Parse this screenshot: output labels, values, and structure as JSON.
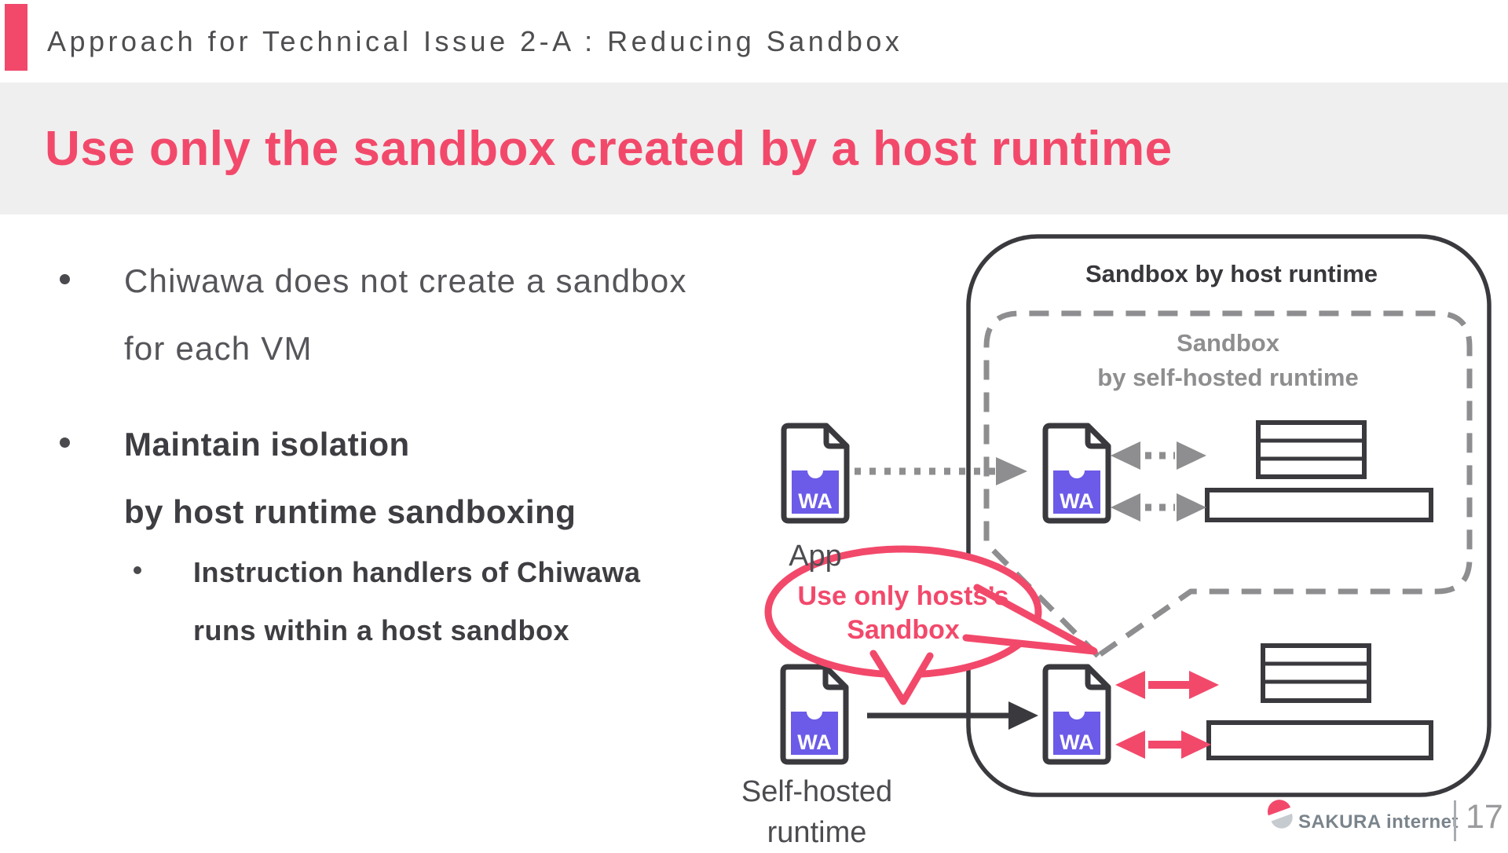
{
  "slide": {
    "header": {
      "kicker": "Approach for Technical Issue 2-A : Reducing Sandbox"
    },
    "title": "Use only the sandbox created by a host runtime",
    "bullets": {
      "b1_line1": "Chiwawa does not create a sandbox",
      "b1_line2": "for each VM",
      "b2_line1": "Maintain isolation",
      "b2_line2": "by host runtime sandboxing",
      "b2_sub_line1": "Instruction handlers of Chiwawa",
      "b2_sub_line2": "runs within a host sandbox"
    },
    "diagram": {
      "outer_label": "Sandbox by host runtime",
      "inner_label_line1": "Sandbox",
      "inner_label_line2": "by self-hosted runtime",
      "app_label": "App",
      "self_hosted_line1": "Self-hosted",
      "self_hosted_line2": "runtime",
      "bubble_line1": "Use only hosts’s",
      "bubble_line2": "Sandbox",
      "wa_label": "WA"
    },
    "footer": {
      "brand": "SAKURA internet",
      "page_number": "17"
    },
    "colors": {
      "accent_pink": "#F2496B",
      "purple": "#6C5BE8",
      "dark_stroke": "#3A3A3E",
      "gray_stroke": "#8E8E90",
      "banner_bg": "#EFEFEF"
    }
  }
}
